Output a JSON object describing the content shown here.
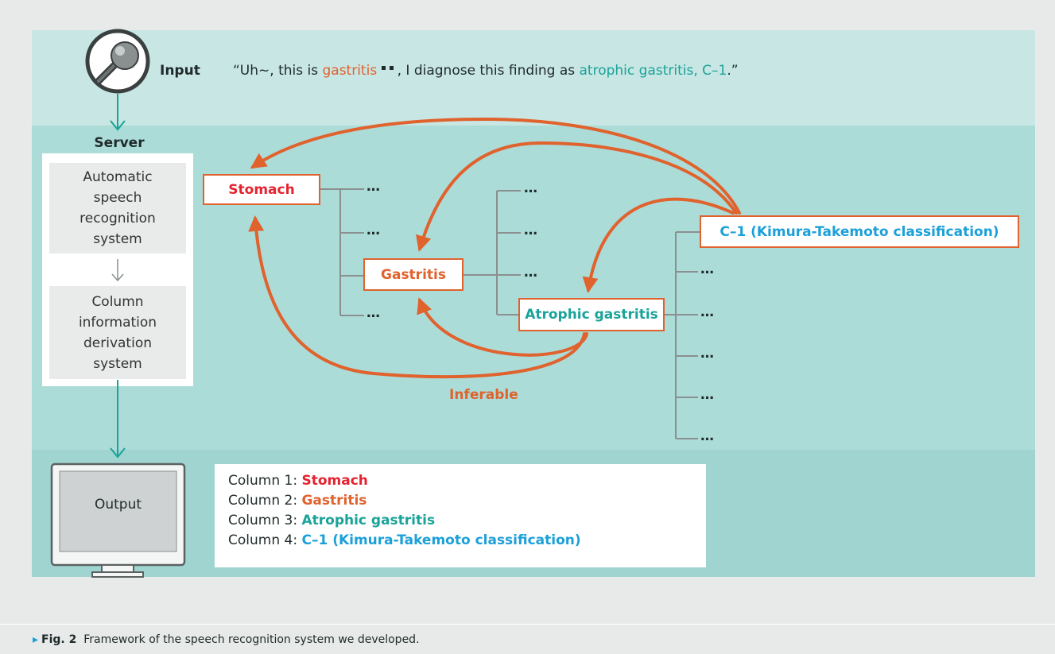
{
  "input": {
    "label": "Input",
    "quote_open": "“Uh~, this is ",
    "quote_term1": "gastritis",
    "quote_mid": ", I diagnose this finding as ",
    "quote_term2": "atrophic gastritis, C–1",
    "quote_close": ".”"
  },
  "server": {
    "label": "Server",
    "asr_box": "Automatic speech recognition system",
    "column_box": "Column information derivation system"
  },
  "tree": {
    "nodes": {
      "stomach": "Stomach",
      "gastritis": "Gastritis",
      "atrophic": "Atrophic gastritis",
      "c1": "C–1 (Kimura-Takemoto classification)"
    },
    "ellipsis": "…",
    "inferable": "Inferable"
  },
  "output": {
    "monitor_label": "Output",
    "lines": [
      {
        "prefix": "Column 1: ",
        "value": "Stomach"
      },
      {
        "prefix": "Column 2: ",
        "value": "Gastritis"
      },
      {
        "prefix": "Column 3: ",
        "value": "Atrophic gastritis"
      },
      {
        "prefix": "Column 4: ",
        "value": "C–1 (Kimura-Takemoto classification)"
      }
    ]
  },
  "caption": {
    "marker": "▸",
    "fig": "Fig. 2",
    "text": "Framework of the speech recognition system we developed."
  },
  "colors": {
    "orange": "#e0622d",
    "teal": "#1aa39a",
    "blue": "#1ba0d8",
    "red": "#e52330"
  }
}
